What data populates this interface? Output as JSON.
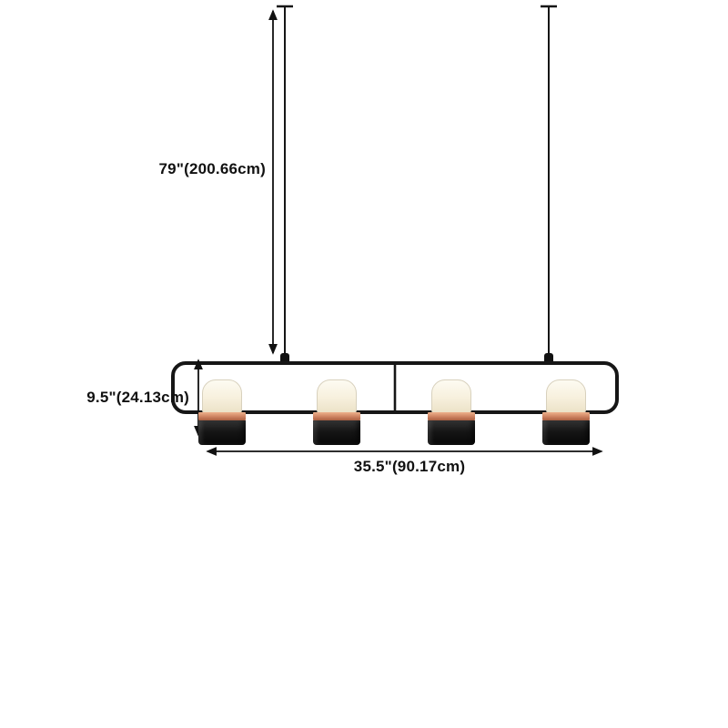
{
  "diagram": {
    "dimensions": {
      "cord_height": "79\"(200.66cm)",
      "fixture_height": "9.5\"(24.13cm)",
      "fixture_width": "35.5\"(90.17cm)"
    },
    "fixture": {
      "lights_count": 4,
      "frame_color": "#161616",
      "accent_copper_color": "#c07a57",
      "shade_color": "#f5efdd",
      "background_color": "#ffffff"
    }
  }
}
